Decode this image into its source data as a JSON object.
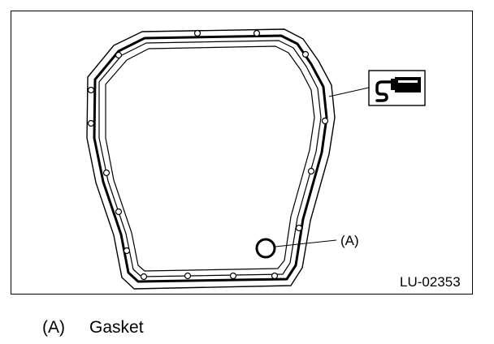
{
  "figure": {
    "callout_a": "(A)",
    "figure_id": "LU-02353",
    "sealant_symbol": "liquid-gasket-sealant-icon"
  },
  "legend": {
    "items": [
      {
        "key": "(A)",
        "label": "Gasket"
      }
    ]
  }
}
